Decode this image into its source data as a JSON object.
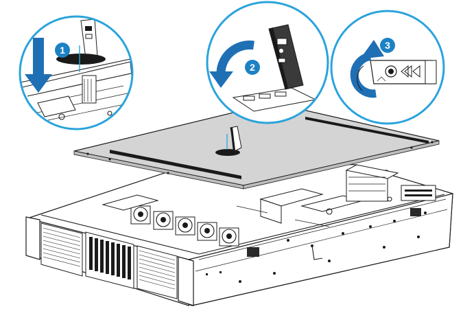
{
  "figure": {
    "steps": [
      {
        "number": "1"
      },
      {
        "number": "2"
      },
      {
        "number": "3"
      }
    ],
    "colors": {
      "callout_border": "#2aa3dc",
      "step_badge": "#1c82c4",
      "arrow_blue": "#1f6fb5",
      "cover_gray": "#d4d4d4",
      "chassis_white": "#ffffff",
      "line": "#1a1a1a"
    },
    "icons": [
      "down-arrow-icon",
      "rotate-ccw-arrow-icon",
      "unlock-arrow-icon",
      "lock-icon"
    ]
  }
}
